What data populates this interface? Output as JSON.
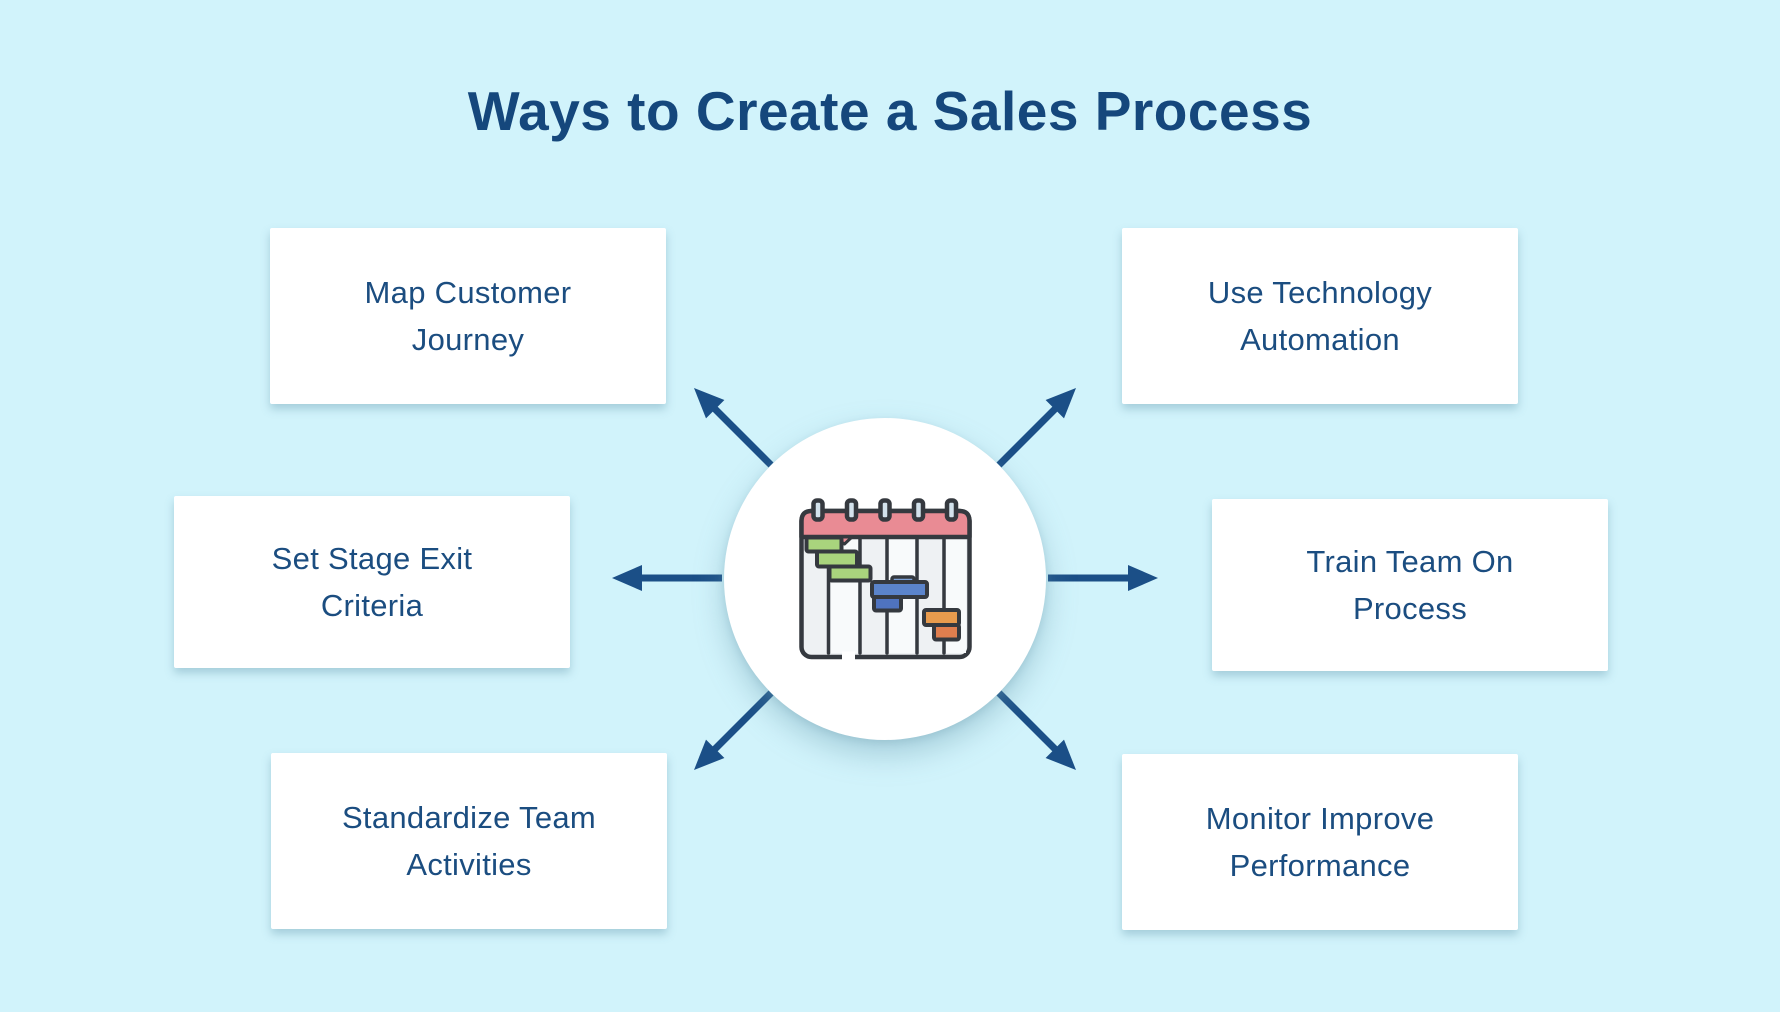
{
  "title": "Ways to Create a Sales Process",
  "center": {
    "icon": "gantt-chart-calendar-icon"
  },
  "cards": [
    {
      "id": "map-customer-journey",
      "label": "Map Customer Journey",
      "lines": [
        "Map Customer",
        "Journey"
      ]
    },
    {
      "id": "use-technology-automation",
      "label": "Use Technology Automation",
      "lines": [
        "Use Technology",
        "Automation"
      ]
    },
    {
      "id": "set-stage-exit-criteria",
      "label": "Set Stage Exit Criteria",
      "lines": [
        "Set Stage Exit",
        "Criteria"
      ]
    },
    {
      "id": "train-team-on-process",
      "label": "Train Team On Process",
      "lines": [
        "Train Team On",
        "Process"
      ]
    },
    {
      "id": "standardize-team-activities",
      "label": "Standardize Team Activities",
      "lines": [
        "Standardize Team",
        "Activities"
      ]
    },
    {
      "id": "monitor-improve-performance",
      "label": "Monitor Improve Performance",
      "lines": [
        "Monitor Improve",
        "Performance"
      ]
    }
  ],
  "colors": {
    "background": "#d1f3fb",
    "title-text": "#15477c",
    "card-text": "#1b4d80",
    "card-bg": "#ffffff",
    "arrow": "#1b4f87",
    "icon-outline": "#35393f",
    "icon-header-pink": "#e98b94",
    "icon-tab": "#d3e2ec",
    "icon-body": "#eef1f3",
    "icon-green": "#a9d47d",
    "icon-blue": "#5b84cb",
    "icon-blue-dark": "#4f73bf",
    "icon-blue-light": "#7ea2d8",
    "icon-orange": "#e89b4d",
    "icon-orange-dark": "#e07e4e"
  }
}
